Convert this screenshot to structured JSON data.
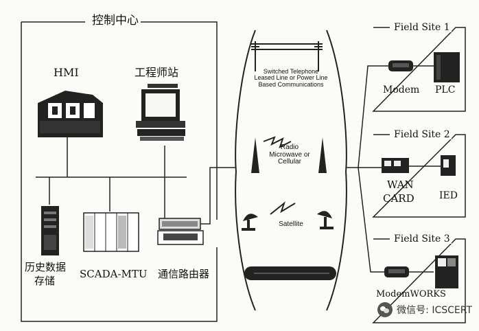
{
  "control_center": {
    "title": "控制中心",
    "hmi": "HMI",
    "workstation": "工程师站",
    "historian_line1": "历史数据",
    "historian_line2": "存储",
    "scada_mtu": "SCADA-MTU",
    "router": "通信路由器"
  },
  "comms": {
    "telephone": "Switched Telephone Leased Line or Power Line Based Communications",
    "radio": "Radio Microwave or Cellular",
    "satellite": "Satellite"
  },
  "sites": [
    {
      "title": "Field Site 1",
      "device_a": "Modem",
      "device_b": "PLC"
    },
    {
      "title": "Field Site 2",
      "device_a_line1": "WAN",
      "device_a_line2": "CARD",
      "device_b": "IED"
    },
    {
      "title": "Field Site 3",
      "device_a": "ModemWORKS"
    }
  ],
  "watermark": {
    "text": "微信号: ICSCERT",
    "icon": "wechat-icon"
  }
}
